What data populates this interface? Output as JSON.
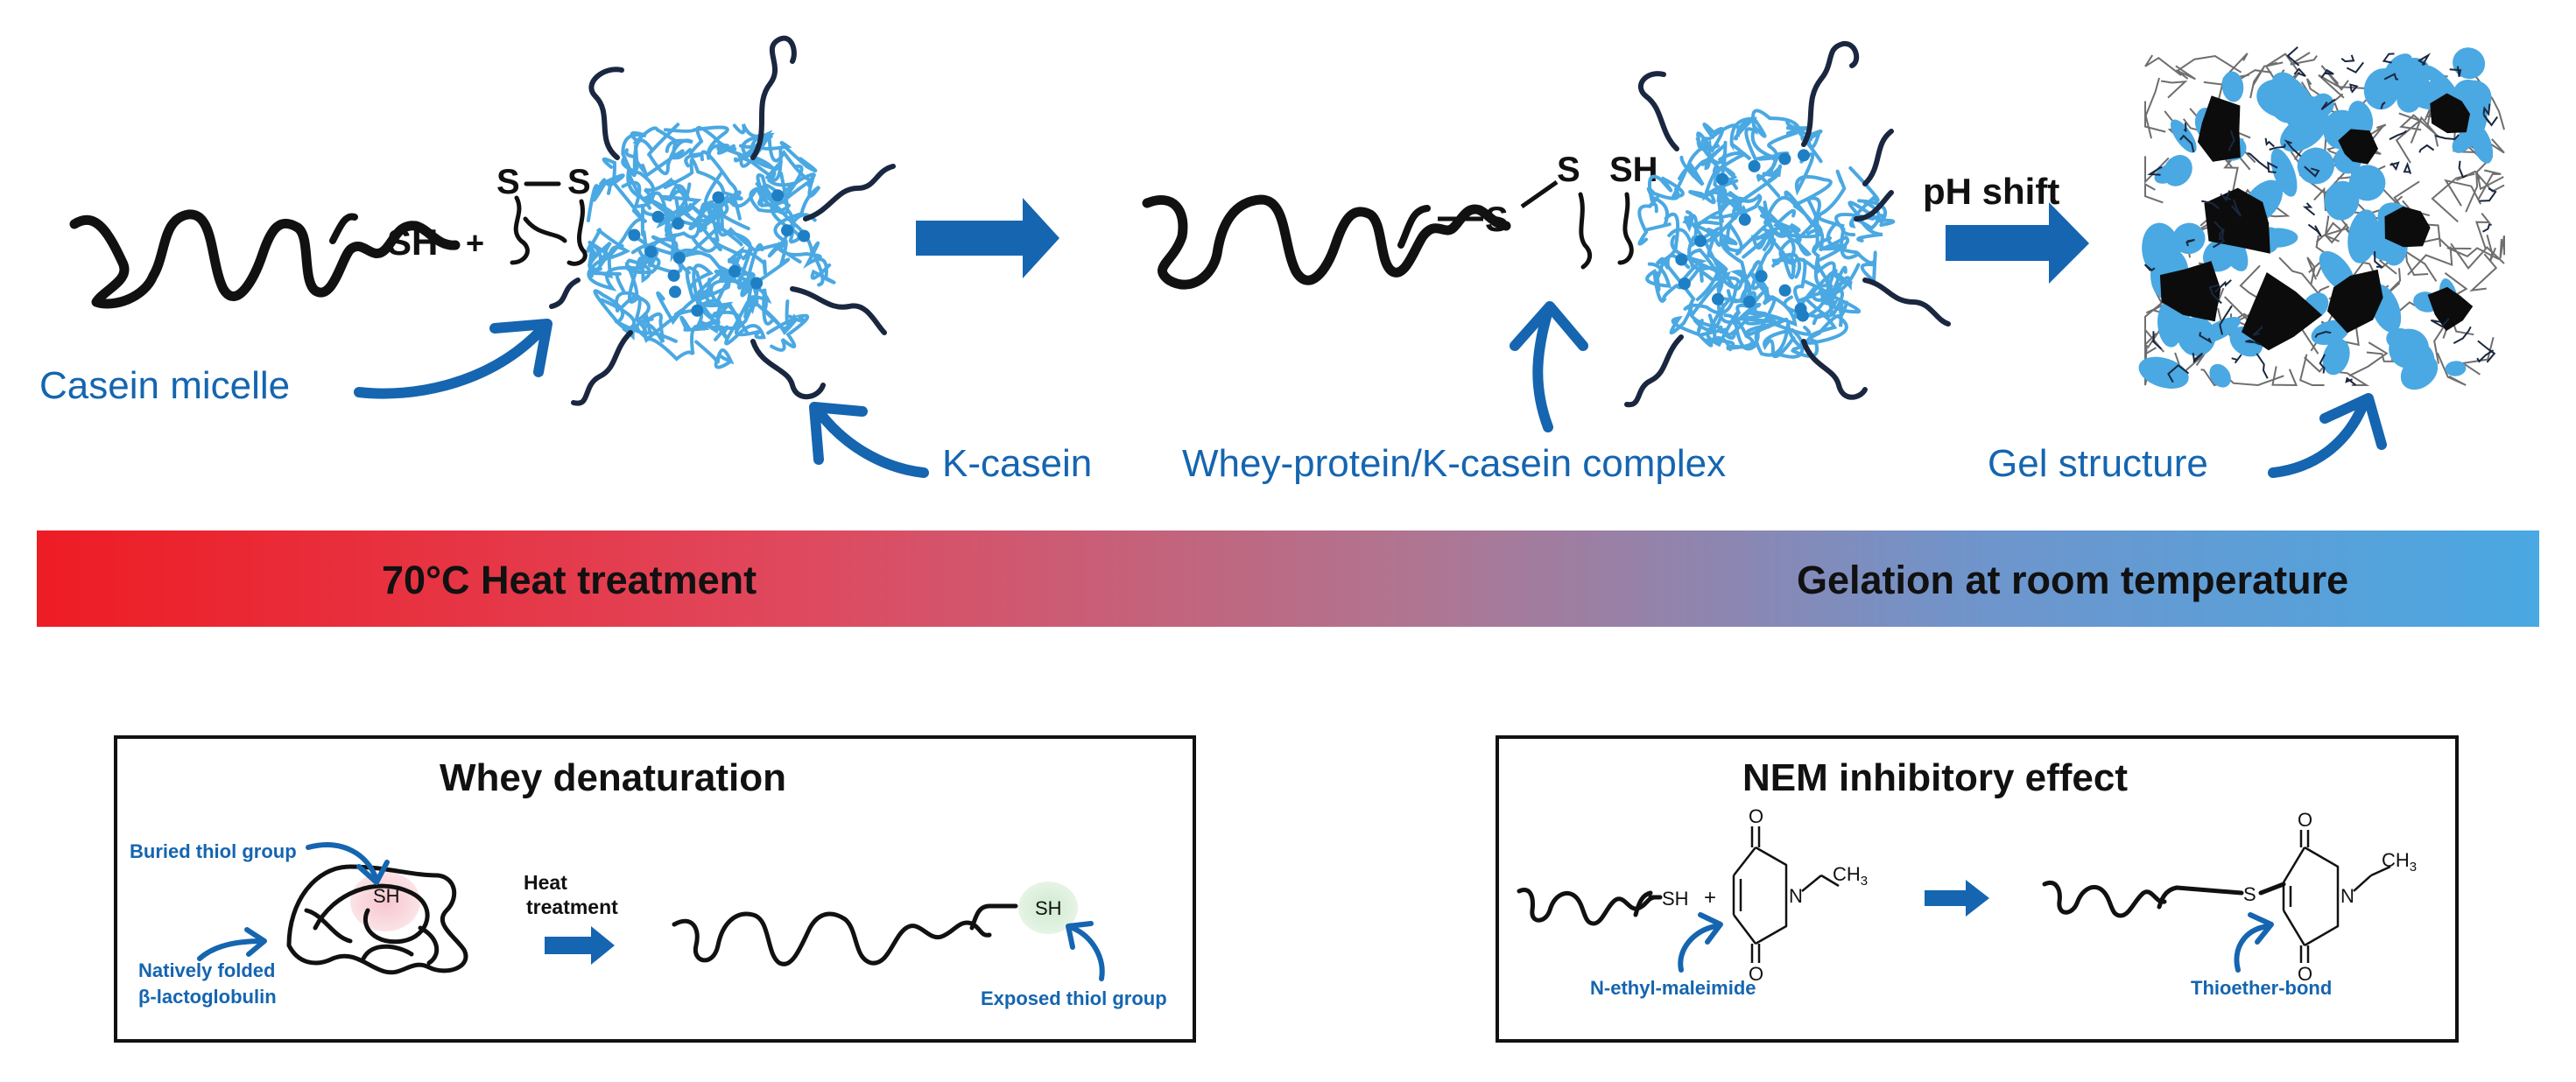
{
  "top_process": {
    "whey_sh_label": "SH",
    "plus": "+",
    "disulfide_s1": "S",
    "disulfide_s2": "S",
    "casein_micelle_label": "Casein micelle",
    "k_casein_label": "K-casein",
    "complex_s1": "S",
    "complex_s2": "S",
    "complex_sh": "SH",
    "complex_label": "Whey-protein/K-casein complex",
    "ph_shift_label": "pH shift",
    "gel_label": "Gel structure"
  },
  "gradient_bar": {
    "left_label": "70°C Heat treatment",
    "right_label": "Gelation at room temperature",
    "start_color": "#ee1c24",
    "mid_color": "#b07591",
    "end_color": "#4aa8e2"
  },
  "whey_box": {
    "title": "Whey denaturation",
    "buried_label": "Buried thiol group",
    "native_label_1": "Natively folded",
    "native_label_2": "β-lactoglobulin",
    "sh_folded": "SH",
    "heat_label_1": "Heat",
    "heat_label_2": "treatment",
    "sh_exposed": "SH",
    "exposed_label": "Exposed thiol group"
  },
  "nem_box": {
    "title": "NEM inhibitory effect",
    "sh_label": "SH",
    "plus": "+",
    "o_top": "O",
    "o_bottom": "O",
    "n_label": "N",
    "ch3_label": "CH",
    "ch3_sub": "3",
    "nem_label": "N-ethyl-maleimide",
    "s_label": "S",
    "o_top_2": "O",
    "o_bottom_2": "O",
    "n_label_2": "N",
    "ch3_label_2": "CH",
    "ch3_sub_2": "3",
    "thioether_label": "Thioether-bond"
  },
  "colors": {
    "brand_blue": "#1565b0",
    "micelle_blue": "#4aa8e2",
    "ink": "#111111"
  }
}
